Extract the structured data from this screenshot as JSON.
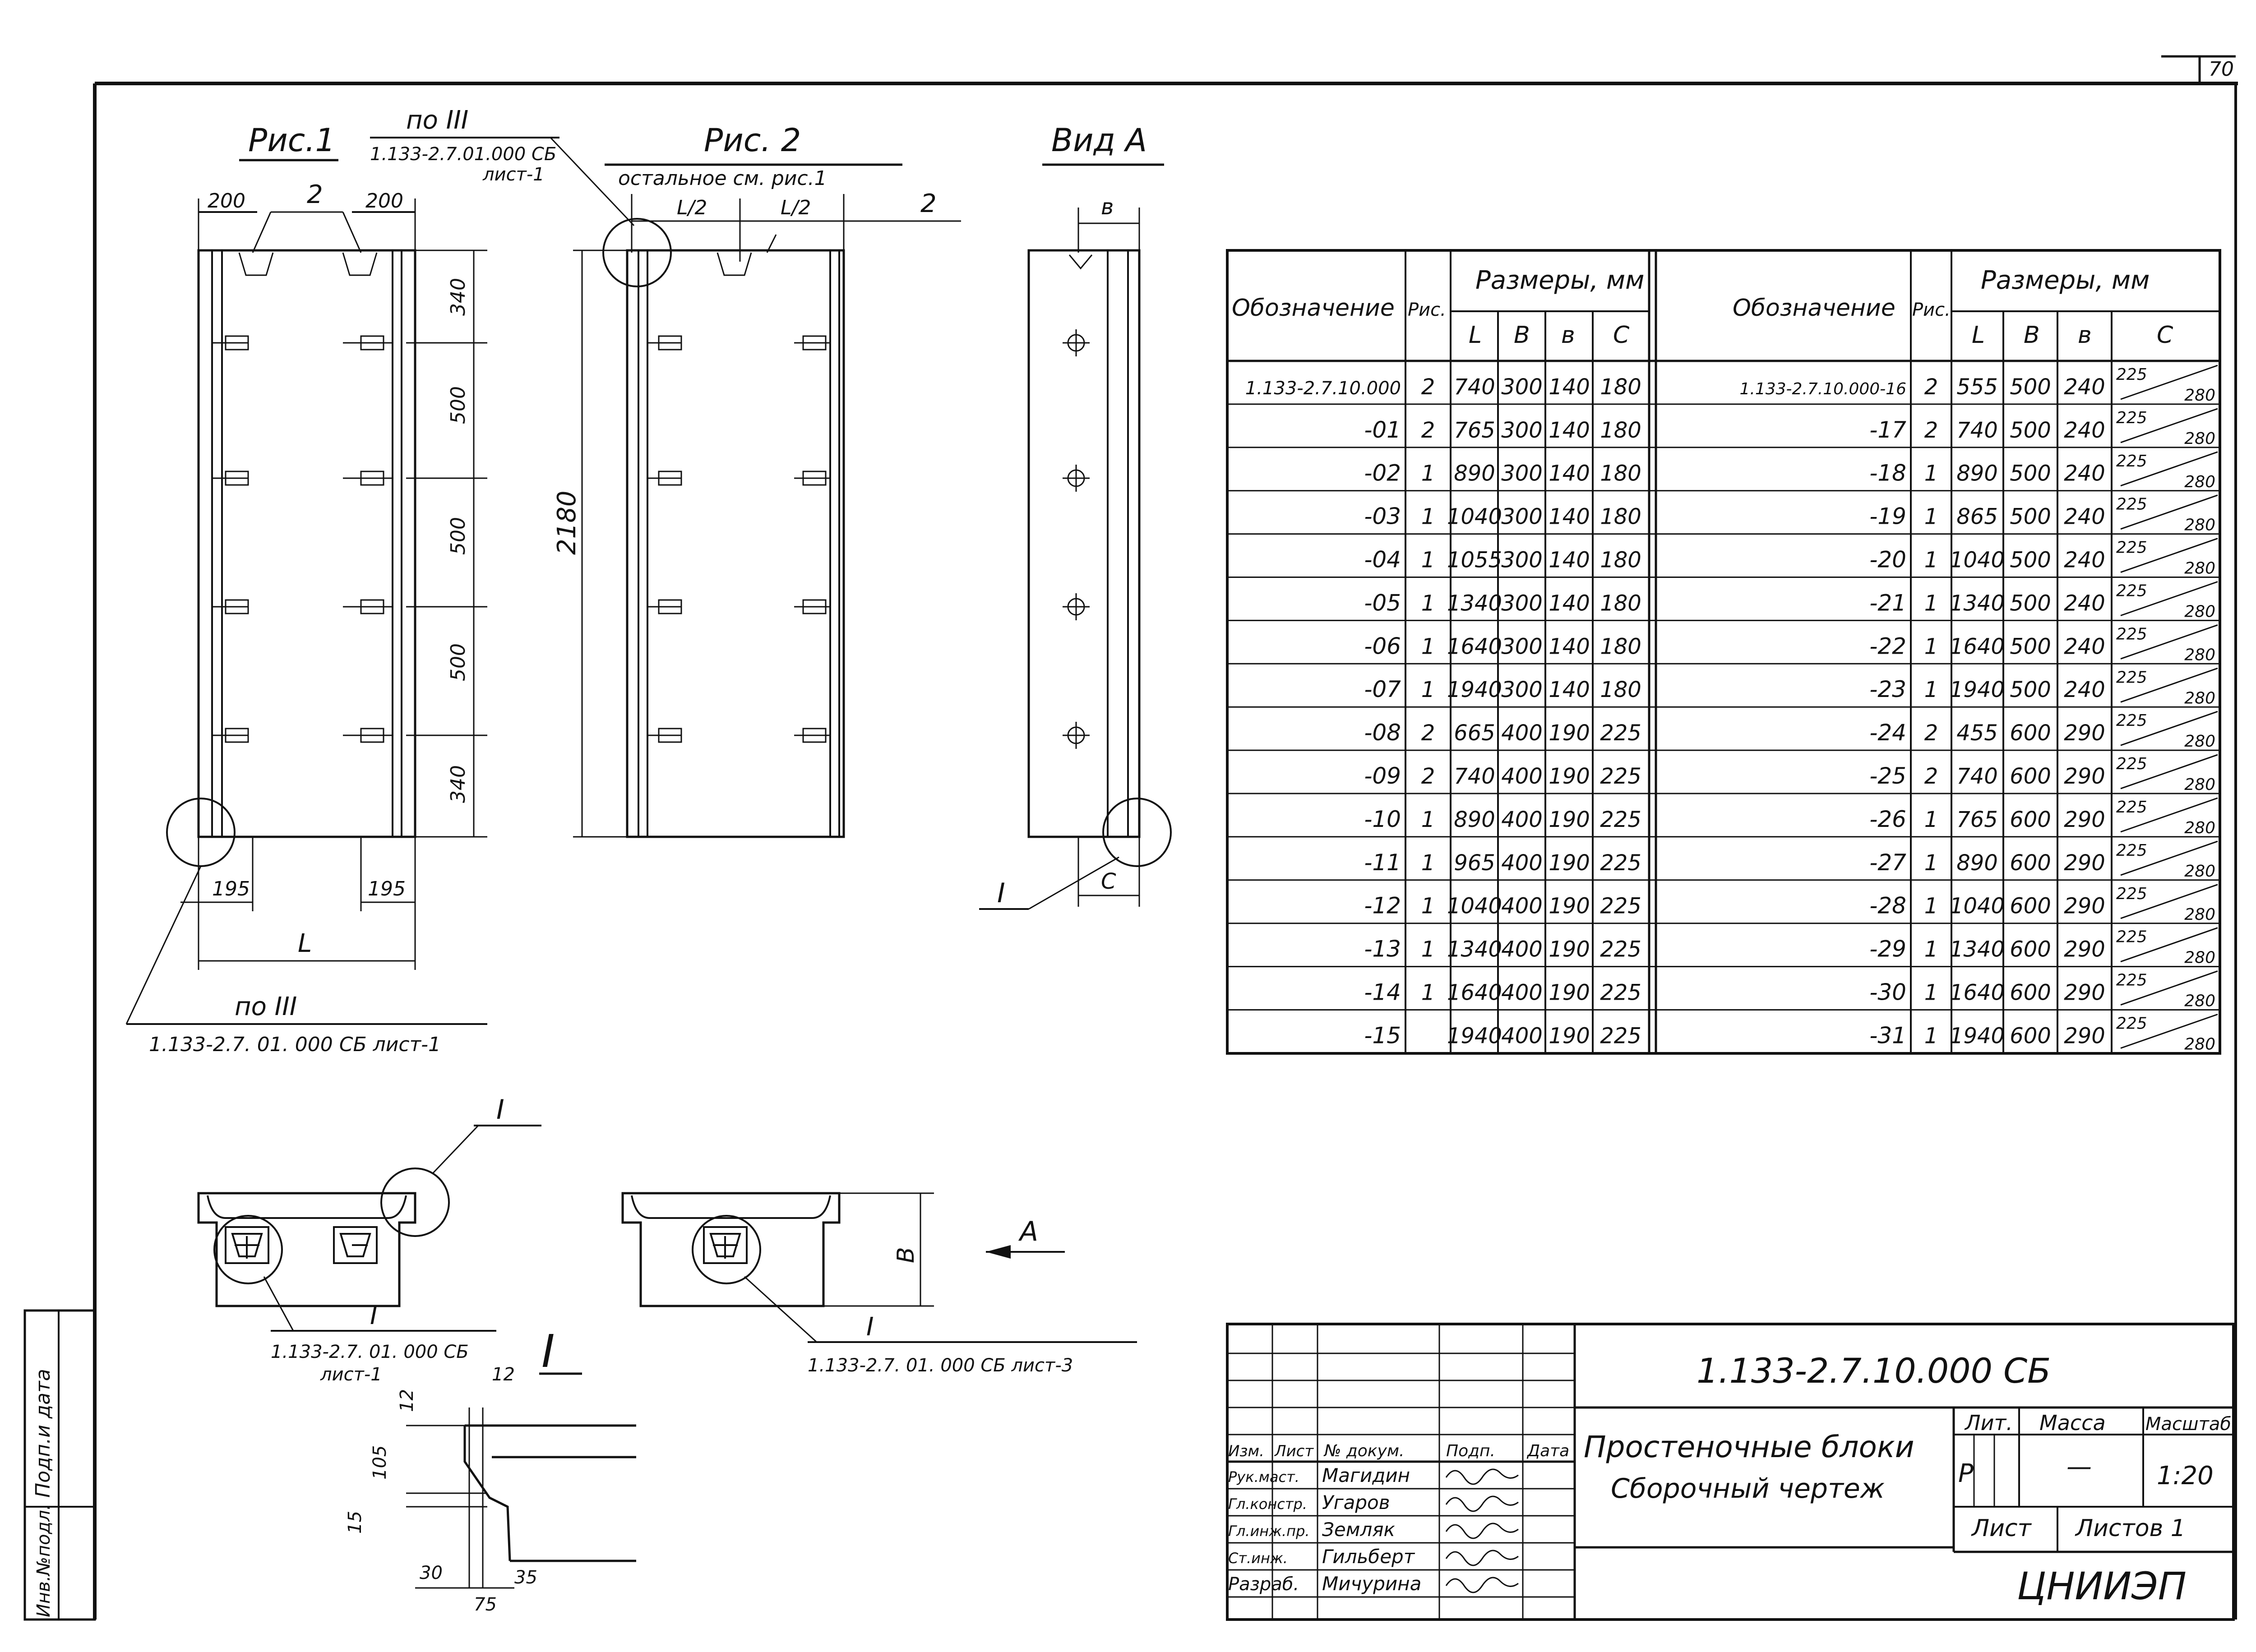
{
  "page_number": "70",
  "fig1": {
    "title": "Рис.1",
    "dim_top_left": "200",
    "dim_top_right": "200",
    "callout_2": "2",
    "dims_right": [
      "340",
      "500",
      "500",
      "500",
      "340"
    ],
    "dim_bottom_left": "195",
    "dim_bottom_right": "195",
    "dim_L": "L",
    "ref_top_line1": "по III",
    "ref_top_line2": "1.133-2.7.01.000 СБ",
    "ref_top_line3": "лист-1",
    "ref_bottom_line1": "по III",
    "ref_bottom_line2": "1.133-2.7. 01. 000 СБ лист-1"
  },
  "fig2": {
    "title": "Рис. 2",
    "subtitle": "остальное см. рис.1",
    "dim_half_left": "L/2",
    "dim_half_right": "L/2",
    "callout_2": "2",
    "dim_height": "2180"
  },
  "view_a": {
    "title": "Вид А",
    "dim_top": "в",
    "dim_bottom": "С",
    "callout": "I"
  },
  "table": {
    "header_designation": "Обозначение",
    "header_fig": "Рис.",
    "header_sizes": "Размеры, мм",
    "col_L": "L",
    "col_B": "В",
    "col_b": "в",
    "col_C": "С",
    "left_rows": [
      {
        "id": "1.133-2.7.10.000",
        "fig": "2",
        "L": "740",
        "B": "300",
        "b": "140",
        "C": "180"
      },
      {
        "id": "-01",
        "fig": "2",
        "L": "765",
        "B": "300",
        "b": "140",
        "C": "180"
      },
      {
        "id": "-02",
        "fig": "1",
        "L": "890",
        "B": "300",
        "b": "140",
        "C": "180"
      },
      {
        "id": "-03",
        "fig": "1",
        "L": "1040",
        "B": "300",
        "b": "140",
        "C": "180"
      },
      {
        "id": "-04",
        "fig": "1",
        "L": "1055",
        "B": "300",
        "b": "140",
        "C": "180"
      },
      {
        "id": "-05",
        "fig": "1",
        "L": "1340",
        "B": "300",
        "b": "140",
        "C": "180"
      },
      {
        "id": "-06",
        "fig": "1",
        "L": "1640",
        "B": "300",
        "b": "140",
        "C": "180"
      },
      {
        "id": "-07",
        "fig": "1",
        "L": "1940",
        "B": "300",
        "b": "140",
        "C": "180"
      },
      {
        "id": "-08",
        "fig": "2",
        "L": "665",
        "B": "400",
        "b": "190",
        "C": "225"
      },
      {
        "id": "-09",
        "fig": "2",
        "L": "740",
        "B": "400",
        "b": "190",
        "C": "225"
      },
      {
        "id": "-10",
        "fig": "1",
        "L": "890",
        "B": "400",
        "b": "190",
        "C": "225"
      },
      {
        "id": "-11",
        "fig": "1",
        "L": "965",
        "B": "400",
        "b": "190",
        "C": "225"
      },
      {
        "id": "-12",
        "fig": "1",
        "L": "1040",
        "B": "400",
        "b": "190",
        "C": "225"
      },
      {
        "id": "-13",
        "fig": "1",
        "L": "1340",
        "B": "400",
        "b": "190",
        "C": "225"
      },
      {
        "id": "-14",
        "fig": "1",
        "L": "1640",
        "B": "400",
        "b": "190",
        "C": "225"
      },
      {
        "id": "-15",
        "fig": "",
        "L": "1940",
        "B": "400",
        "b": "190",
        "C": "225"
      }
    ],
    "right_rows": [
      {
        "id": "1.133-2.7.10.000-16",
        "fig": "2",
        "L": "555",
        "B": "500",
        "b": "240",
        "C1": "225",
        "C2": "280"
      },
      {
        "id": "-17",
        "fig": "2",
        "L": "740",
        "B": "500",
        "b": "240",
        "C1": "225",
        "C2": "280"
      },
      {
        "id": "-18",
        "fig": "1",
        "L": "890",
        "B": "500",
        "b": "240",
        "C1": "225",
        "C2": "280"
      },
      {
        "id": "-19",
        "fig": "1",
        "L": "865",
        "B": "500",
        "b": "240",
        "C1": "225",
        "C2": "280"
      },
      {
        "id": "-20",
        "fig": "1",
        "L": "1040",
        "B": "500",
        "b": "240",
        "C1": "225",
        "C2": "280"
      },
      {
        "id": "-21",
        "fig": "1",
        "L": "1340",
        "B": "500",
        "b": "240",
        "C1": "225",
        "C2": "280"
      },
      {
        "id": "-22",
        "fig": "1",
        "L": "1640",
        "B": "500",
        "b": "240",
        "C1": "225",
        "C2": "280"
      },
      {
        "id": "-23",
        "fig": "1",
        "L": "1940",
        "B": "500",
        "b": "240",
        "C1": "225",
        "C2": "280"
      },
      {
        "id": "-24",
        "fig": "2",
        "L": "455",
        "B": "600",
        "b": "290",
        "C1": "225",
        "C2": "280"
      },
      {
        "id": "-25",
        "fig": "2",
        "L": "740",
        "B": "600",
        "b": "290",
        "C1": "225",
        "C2": "280"
      },
      {
        "id": "-26",
        "fig": "1",
        "L": "765",
        "B": "600",
        "b": "290",
        "C1": "225",
        "C2": "280"
      },
      {
        "id": "-27",
        "fig": "1",
        "L": "890",
        "B": "600",
        "b": "290",
        "C1": "225",
        "C2": "280"
      },
      {
        "id": "-28",
        "fig": "1",
        "L": "1040",
        "B": "600",
        "b": "290",
        "C1": "225",
        "C2": "280"
      },
      {
        "id": "-29",
        "fig": "1",
        "L": "1340",
        "B": "600",
        "b": "290",
        "C1": "225",
        "C2": "280"
      },
      {
        "id": "-30",
        "fig": "1",
        "L": "1640",
        "B": "600",
        "b": "290",
        "C1": "225",
        "C2": "280"
      },
      {
        "id": "-31",
        "fig": "1",
        "L": "1940",
        "B": "600",
        "b": "290",
        "C1": "225",
        "C2": "280"
      }
    ]
  },
  "section": {
    "dim_B": "В",
    "arrow_label": "А",
    "callout_I_left": "I",
    "callout_I_mid": "I",
    "callout_I_right": "I",
    "ref_left_line1": "1.133-2.7. 01. 000 СБ",
    "ref_left_line2": "лист-1",
    "ref_right": "1.133-2.7. 01. 000 СБ лист-3"
  },
  "detail_I": {
    "title": "I",
    "dim_12_v": "12",
    "dim_12_h": "12",
    "dim_105": "105",
    "dim_15": "15",
    "dim_30": "30",
    "dim_35": "35",
    "dim_75": "75"
  },
  "stamp": {
    "doc_code": "1.133-2.7.10.000 СБ",
    "title_line1": "Простеночные блоки",
    "title_line2": "Сборочный чертеж",
    "lit_label": "Лит.",
    "mass_label": "Масса",
    "scale_label": "Масштаб",
    "lit_value": "Р",
    "mass_value": "—",
    "scale_value": "1:20",
    "sheet_label": "Лист",
    "sheets_label": "Листов 1",
    "org": "ЦНИИЭП",
    "hdr_izm": "Изм.",
    "hdr_list": "Лист",
    "hdr_doc": "№ докум.",
    "hdr_sign": "Подп.",
    "hdr_date": "Дата",
    "roles": [
      {
        "role": "Рук.маст.",
        "name": "Магидин"
      },
      {
        "role": "Гл.констр.",
        "name": "Угаров"
      },
      {
        "role": "Гл.инж.пр.",
        "name": "Земляк"
      },
      {
        "role": "Ст.инж.",
        "name": "Гильберт"
      },
      {
        "role": "Разраб.",
        "name": "Мичурина"
      }
    ]
  },
  "side_stamp": {
    "inv": "Инв.№подл.",
    "sign": "Подп.и дата"
  }
}
